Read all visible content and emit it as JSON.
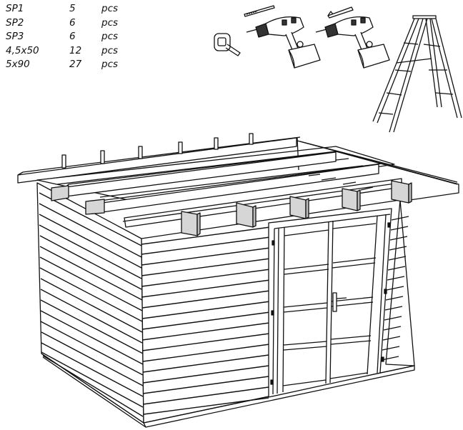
{
  "parts_list": [
    {
      "name": "SP1",
      "qty": "5",
      "unit": "pcs"
    },
    {
      "name": "SP2",
      "qty": "6",
      "unit": "pcs"
    },
    {
      "name": "SP3",
      "qty": "6",
      "unit": "pcs"
    },
    {
      "name": "4,5x50",
      "qty": "12",
      "unit": "pcs"
    },
    {
      "name": "5x90",
      "qty": "27",
      "unit": "pcs"
    }
  ],
  "tools": [
    "tape-measure",
    "drill-bit",
    "cordless-drill",
    "screwdriver-bit",
    "cordless-drill",
    "step-ladder"
  ],
  "illustration": {
    "subject": "garden shed with double doors, roof frame and rafter blocks",
    "block_color": "#d6d6d6",
    "line_color": "#111111"
  }
}
